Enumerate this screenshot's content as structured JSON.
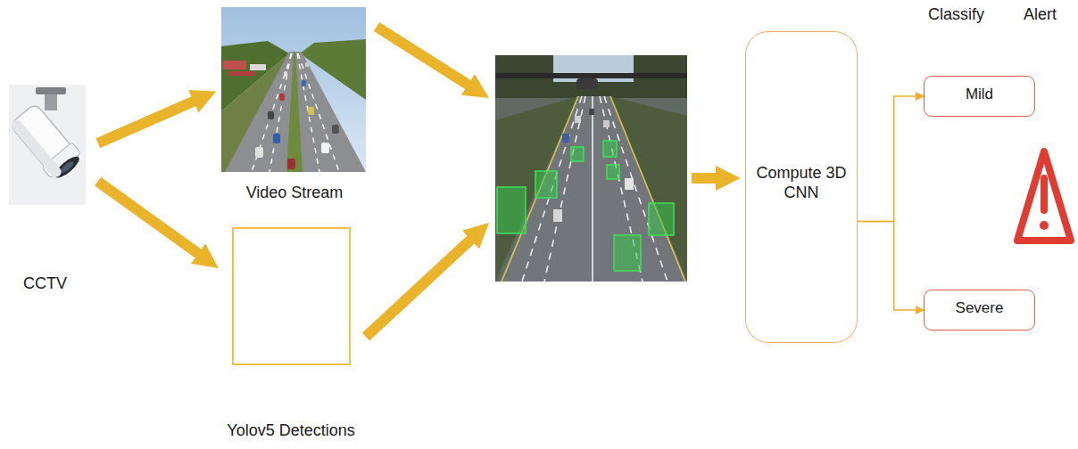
{
  "diagram": {
    "nodes": [
      {
        "text": [
          "CCTV"
        ]
      },
      {
        "text": [
          "Video Stream"
        ]
      },
      {
        "text": [
          "Yolov5 Detections"
        ]
      },
      {
        "text": [
          "Compute 3D CNN"
        ]
      },
      {
        "text": [
          "Mild"
        ]
      },
      {
        "text": [
          "Severe"
        ]
      }
    ],
    "edges": [
      {
        "from": 0,
        "to": 1,
        "arrow": "to"
      },
      {
        "from": 0,
        "to": 2,
        "arrow": "to"
      },
      {
        "from": 3,
        "to": 4,
        "arrow": "to"
      },
      {
        "from": 3,
        "to": 5,
        "arrow": "to"
      }
    ],
    "labels": [
      "Classify",
      "Alert"
    ]
  }
}
